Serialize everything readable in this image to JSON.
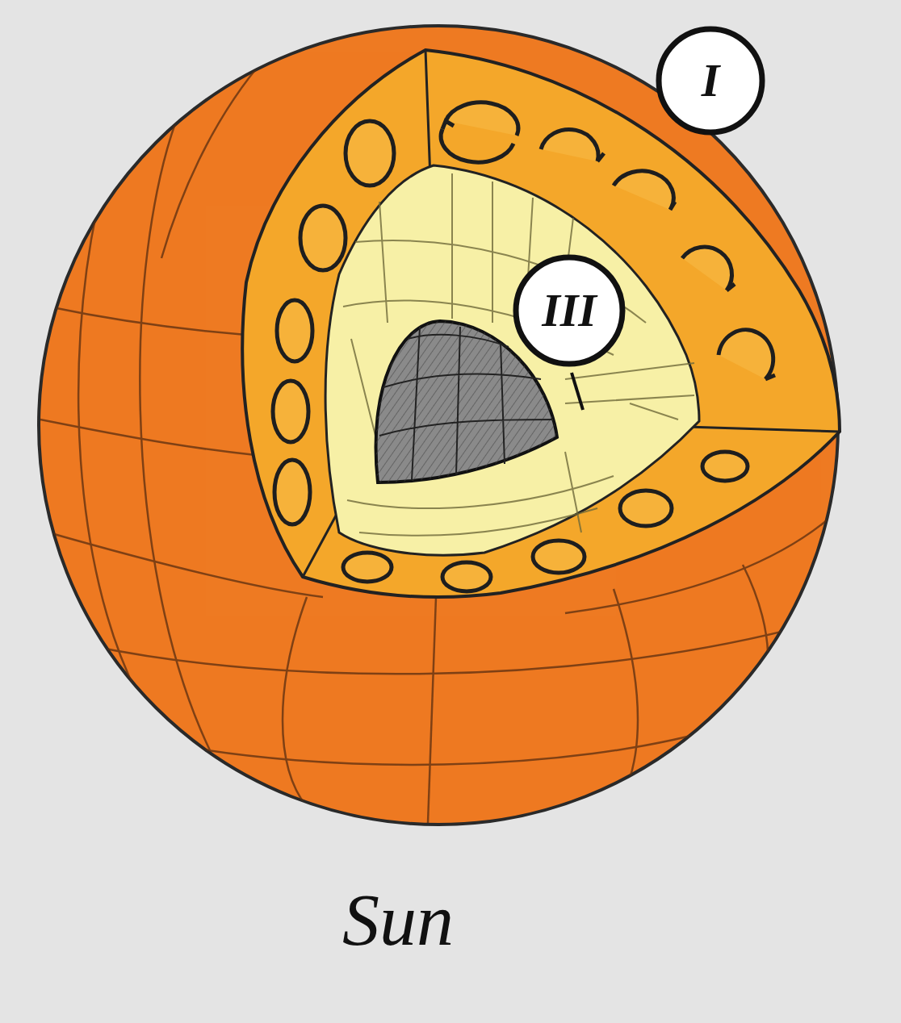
{
  "diagram": {
    "caption": "Sun",
    "nodes": [
      {
        "text": [
          "I"
        ]
      },
      {
        "text": [
          "III"
        ]
      }
    ]
  }
}
